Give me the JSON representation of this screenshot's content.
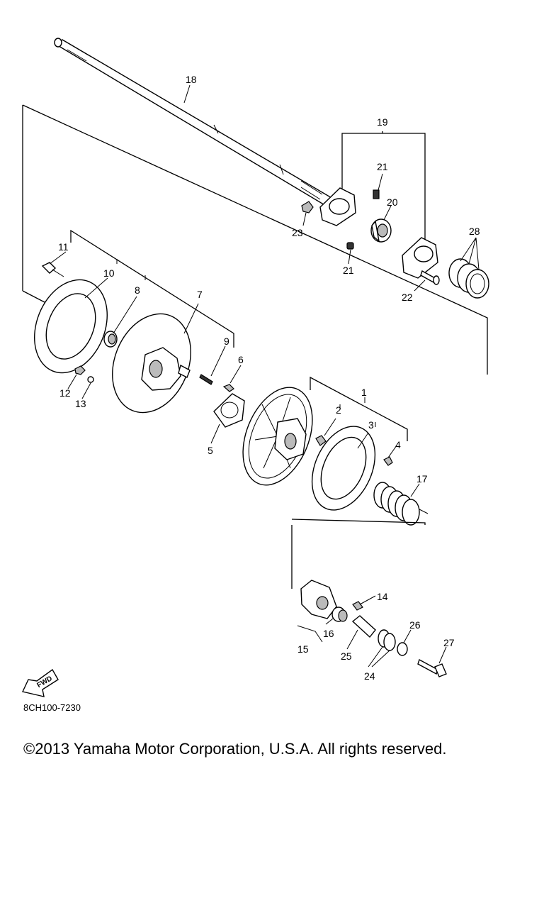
{
  "diagram": {
    "code": "8CH100-7230",
    "fwd_label": "FWD",
    "copyright": "©2013 Yamaha Motor Corporation, U.S.A. All rights reserved.",
    "callouts": [
      "1",
      "2",
      "3",
      "4",
      "5",
      "6",
      "7",
      "8",
      "9",
      "10",
      "11",
      "12",
      "13",
      "14",
      "15",
      "16",
      "17",
      "18",
      "19",
      "20",
      "21",
      "21",
      "22",
      "23",
      "24",
      "25",
      "26",
      "27",
      "28"
    ]
  }
}
